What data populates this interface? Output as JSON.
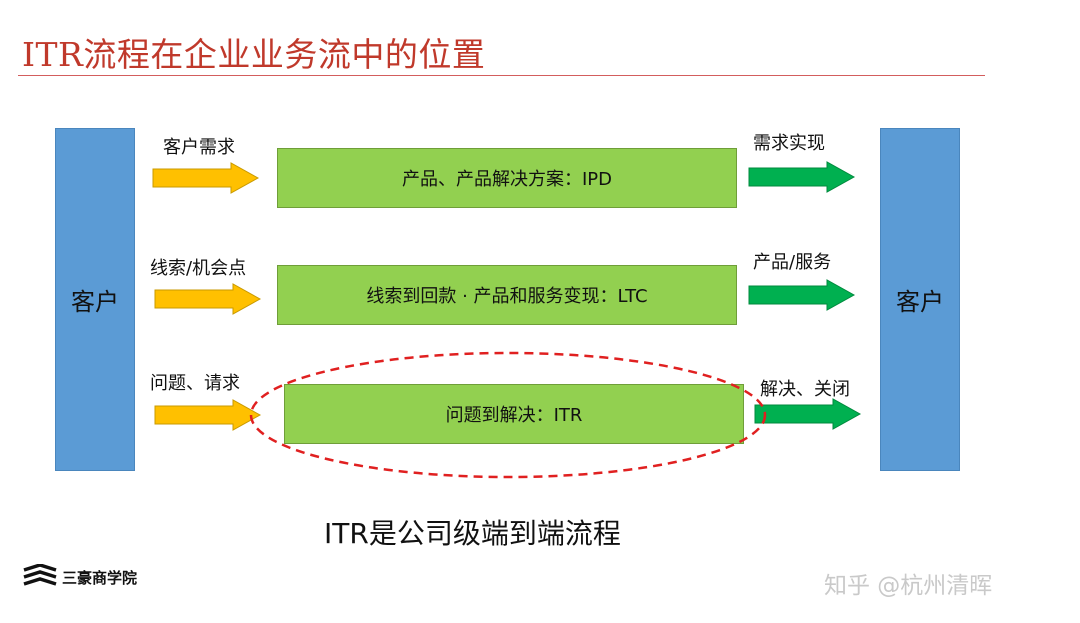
{
  "header": {
    "title": "ITR流程在企业业务流中的位置"
  },
  "customer_left": {
    "label": "客户"
  },
  "customer_right": {
    "label": "客户"
  },
  "rows": [
    {
      "input_label": "客户需求",
      "process_label": "产品、产品解决方案：IPD",
      "output_label": "需求实现"
    },
    {
      "input_label": "线索/机会点",
      "process_label": "线索到回款 · 产品和服务变现：LTC",
      "output_label": "产品/服务"
    },
    {
      "input_label": "问题、请求",
      "process_label": "问题到解决：ITR",
      "output_label": "解决、关闭"
    }
  ],
  "summary": "ITR是公司级端到端流程",
  "logo": {
    "text": "三豪商学院"
  },
  "watermark": "知乎 @杭州清晖",
  "colors": {
    "title": "#c0392b",
    "customer_box": "#5b9bd5",
    "process_box": "#92d050",
    "input_arrow": "#ffc000",
    "output_arrow": "#00b050",
    "highlight_ellipse": "#e02020"
  }
}
